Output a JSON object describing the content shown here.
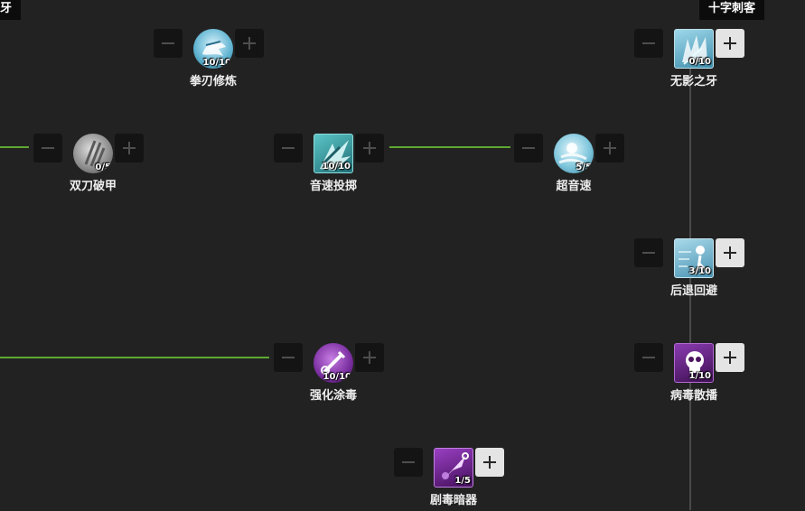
{
  "headers": {
    "left_tag": "牙",
    "right_tag": "十字刺客"
  },
  "colors": {
    "background": "#222222",
    "link_line": "#5ea832",
    "button_enabled": "#e4e4e4",
    "button_disabled": "#141414",
    "icon_blue": "#7fc6dc",
    "icon_teal": "#3a9aa2",
    "icon_purple": "#7a2ea0"
  },
  "skills": [
    {
      "name": "拳刃修炼",
      "level": "10/10",
      "icon": "fist-blade-icon",
      "theme": "blue",
      "shape": "round",
      "can_add": false
    },
    {
      "name": "无影之牙",
      "level": "0/10",
      "icon": "shadow-fang-icon",
      "theme": "lightning",
      "shape": "square",
      "can_add": true
    },
    {
      "name": "双刀破甲",
      "level": "0/5",
      "icon": "dual-blade-armor-break-icon",
      "theme": "gray",
      "shape": "round",
      "can_add": false
    },
    {
      "name": "音速投掷",
      "level": "10/10",
      "icon": "sonic-throw-icon",
      "theme": "teal",
      "shape": "square",
      "can_add": false
    },
    {
      "name": "超音速",
      "level": "5/5",
      "icon": "supersonic-icon",
      "theme": "blue",
      "shape": "round",
      "can_add": false
    },
    {
      "name": "后退回避",
      "level": "3/10",
      "icon": "backstep-evade-icon",
      "theme": "blue",
      "shape": "square",
      "can_add": true
    },
    {
      "name": "强化涂毒",
      "level": "10/10",
      "icon": "poison-coat-icon",
      "theme": "purple",
      "shape": "round",
      "can_add": false
    },
    {
      "name": "病毒散播",
      "level": "1/10",
      "icon": "virus-spread-icon",
      "theme": "purple",
      "shape": "square",
      "can_add": true
    },
    {
      "name": "剧毒暗器",
      "level": "1/5",
      "icon": "toxic-dart-icon",
      "theme": "purple",
      "shape": "square",
      "can_add": true
    }
  ]
}
